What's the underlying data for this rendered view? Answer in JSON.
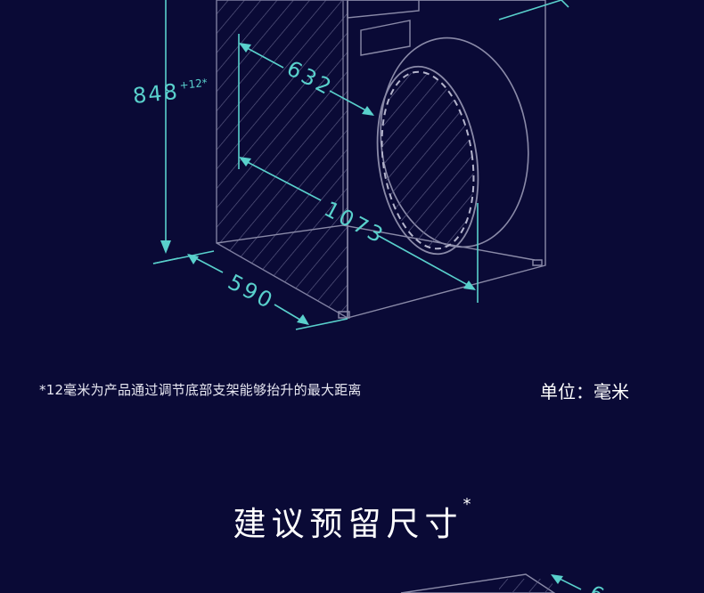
{
  "dimensions": {
    "height": "848",
    "height_extra": "+12*",
    "depth_inner": "632",
    "depth_total": "1073",
    "width": "590",
    "next_section_partial": "6"
  },
  "footnote": "*12毫米为产品通过调节底部支架能够抬升的最大距离",
  "unit_label": "单位：毫米",
  "section_title": "建议预留尺寸",
  "section_title_mark": "*",
  "colors": {
    "background": "#0a0a36",
    "dimension_accent": "#59d0cc",
    "outline": "#8a8aa8"
  }
}
